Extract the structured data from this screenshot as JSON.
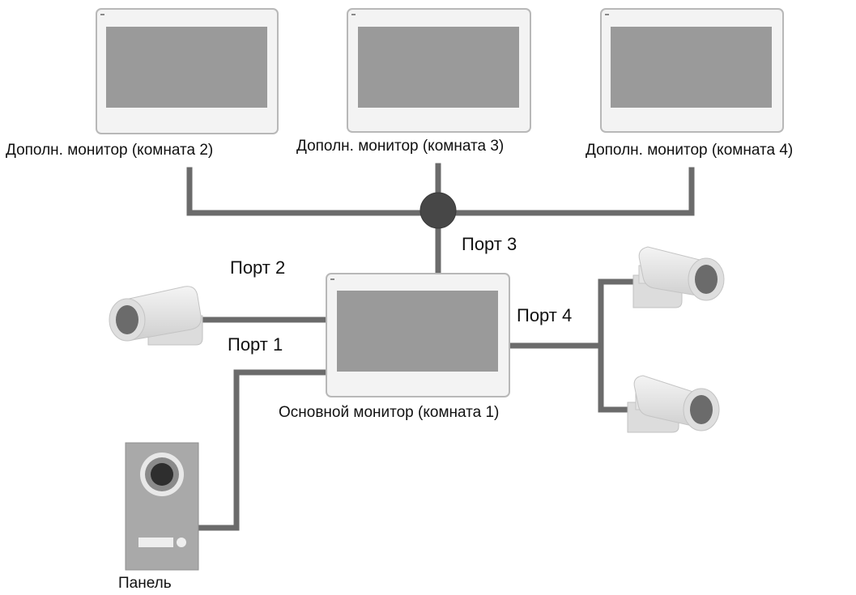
{
  "monitors": {
    "room2": "Дополн. монитор (комната 2)",
    "room3": "Дополн. монитор (комната 3)",
    "room4": "Дополн. монитор (комната 4)",
    "main": "Основной монитор (комната 1)"
  },
  "ports": {
    "p1": "Порт 1",
    "p2": "Порт 2",
    "p3": "Порт 3",
    "p4": "Порт 4"
  },
  "panel": "Панель",
  "colors": {
    "cable": "#6b6b6b",
    "junction": "#474747",
    "monitor_frame": "#f3f3f3",
    "monitor_screen": "#9a9a9a",
    "camera_body": "#e9e9e9",
    "camera_lens": "#6b6b6b",
    "panel_body": "#a9a9a9"
  }
}
